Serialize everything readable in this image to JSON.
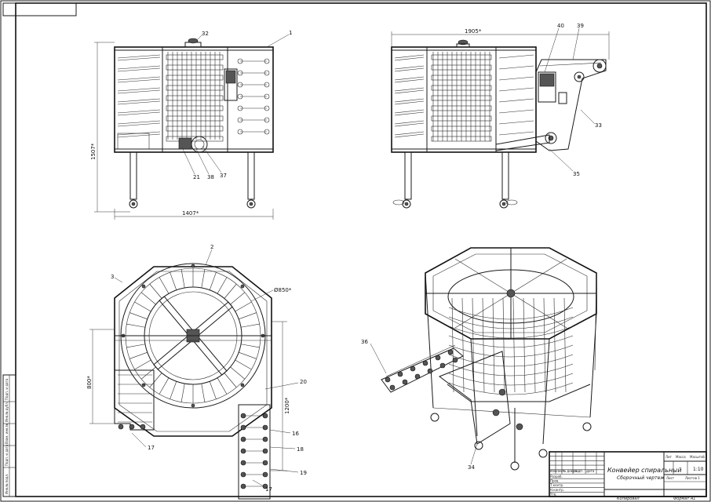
{
  "title_block": {
    "title": "Конвейер спиральный",
    "subtitle": "Сборочный чертеж",
    "mass_header": "Масса",
    "scale_header": "Масштаб",
    "lit_header": "Лит",
    "scale_value": "1:10",
    "sheet_label": "Лист",
    "sheets_label": "Листов 1",
    "change_row": [
      "Изм",
      "Лист",
      "№ докум.",
      "Подп.",
      "Дата"
    ],
    "roles": [
      "Разраб.",
      "Пров.",
      "Т.контр.",
      "Н.контр.",
      "Утв."
    ],
    "copied": "Копировал",
    "format": "Формат  А1"
  },
  "side_stamp": [
    "Инв.№ подл.",
    "Подп. и дата",
    "Взам. инв.№",
    "Инв.№ дубл.",
    "Подп. и дата"
  ],
  "dimensions": {
    "front_width": "1407*",
    "front_height": "1507*",
    "side_width": "1905*",
    "plan_diameter": "Ø850*",
    "plan_height_a": "800*",
    "plan_height_b": "1200*"
  },
  "callouts": {
    "front": [
      "32",
      "1",
      "21",
      "38",
      "37"
    ],
    "side": [
      "40",
      "39",
      "33",
      "35"
    ],
    "plan": [
      "2",
      "3",
      "20",
      "16",
      "18",
      "19",
      "17",
      "17"
    ],
    "iso": [
      "36",
      "34"
    ]
  }
}
